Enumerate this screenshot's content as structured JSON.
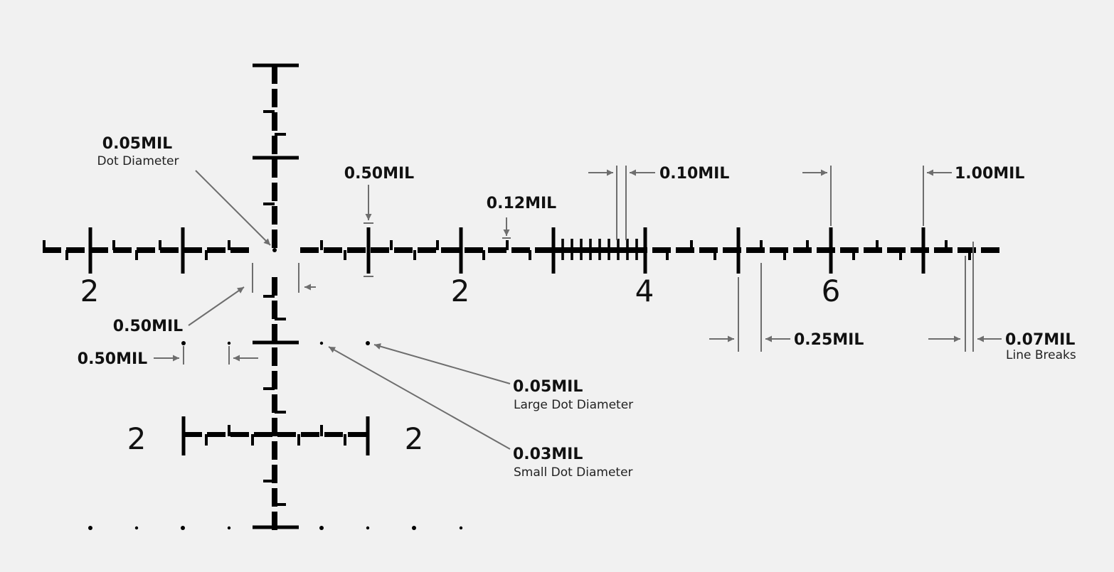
{
  "colors": {
    "background": "#f1f1f1",
    "reticle": "#000000",
    "annotation": "#6e6e6e",
    "text": "#111111"
  },
  "labels": {
    "dot_diameter": {
      "value": "0.05MIL",
      "caption": "Dot Diameter"
    },
    "tick_height": {
      "value": "0.50MIL"
    },
    "thickness": {
      "value": "0.12MIL"
    },
    "minor_spacing": {
      "value": "0.10MIL"
    },
    "major_spacing": {
      "value": "1.00MIL"
    },
    "center_gap": {
      "value": "0.50MIL"
    },
    "dot_spacing": {
      "value": "0.50MIL"
    },
    "half_spacing": {
      "value": "0.25MIL"
    },
    "line_breaks": {
      "value": "0.07MIL",
      "caption": "Line Breaks"
    },
    "large_dot": {
      "value": "0.05MIL",
      "caption": "Large Dot Diameter"
    },
    "small_dot": {
      "value": "0.03MIL",
      "caption": "Small Dot Diameter"
    }
  },
  "numbers": {
    "left_2": "2",
    "right_2": "2",
    "right_4": "4",
    "right_6": "6",
    "lower_left_2": "2",
    "lower_right_2": "2"
  }
}
